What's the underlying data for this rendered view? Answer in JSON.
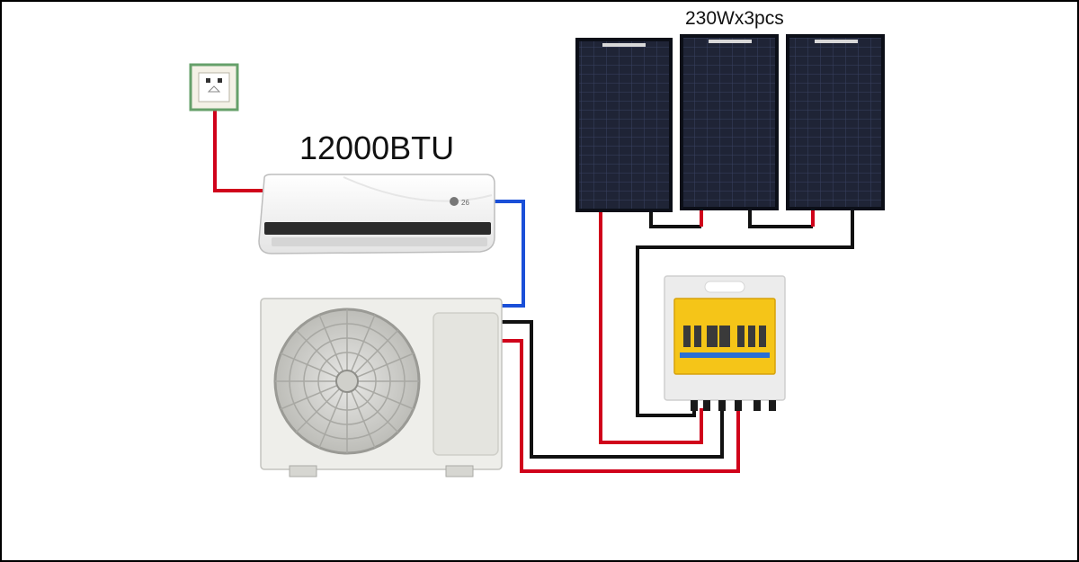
{
  "labels": {
    "ac_capacity": "12000BTU",
    "panel_spec": "230Wx3pcs",
    "indoor_display": "26"
  },
  "colors": {
    "positive_wire": "#d0021b",
    "negative_wire": "#111111",
    "refrigerant_line": "#1a4fd8",
    "panel_cell": "#1f2436",
    "breaker_window": "#f5c518",
    "unit_body": "#eeeeea"
  },
  "icons": {
    "outlet": "wall-outlet-icon",
    "fan": "fan-grille-icon"
  },
  "panel_count": 3
}
